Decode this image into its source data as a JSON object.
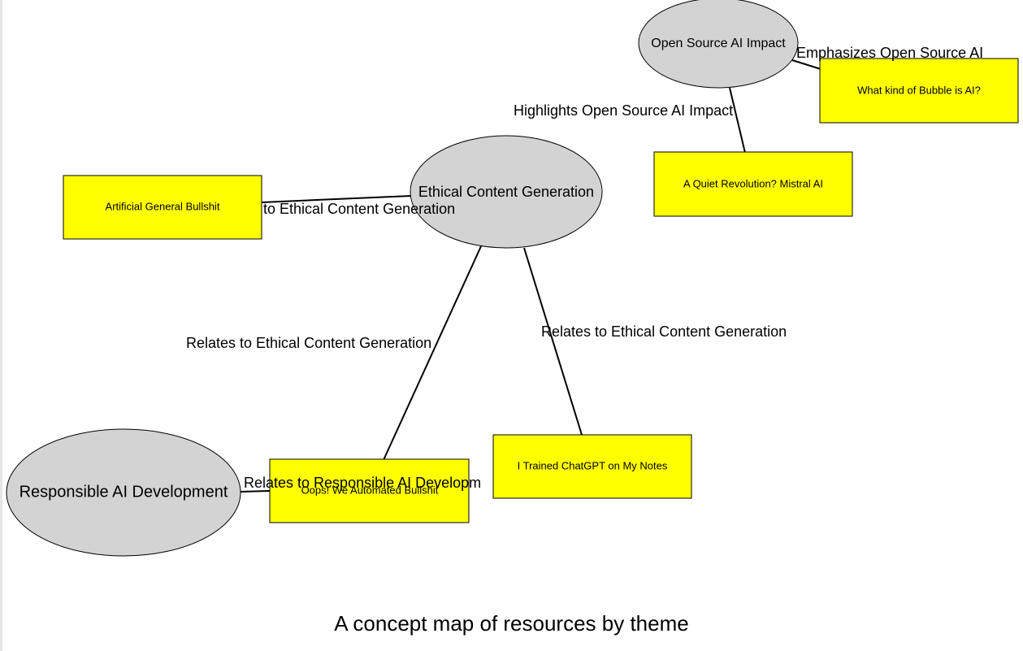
{
  "diagram": {
    "caption": "A concept map of resources by theme",
    "colors": {
      "theme_fill": "#d3d3d3",
      "resource_fill": "#ffff00",
      "stroke": "#000000"
    },
    "themes": [
      {
        "id": "open-source-ai-impact",
        "label": "Open Source AI Impact"
      },
      {
        "id": "ethical-content-generation",
        "label": "Ethical Content Generation"
      },
      {
        "id": "responsible-ai-development",
        "label": "Responsible AI Development"
      }
    ],
    "resources": [
      {
        "id": "what-kind-of-bubble",
        "label": "What kind of Bubble is AI?"
      },
      {
        "id": "quiet-revolution-mistral",
        "label": "A Quiet Revolution? Mistral AI"
      },
      {
        "id": "artificial-general-bullshit",
        "label": "Artificial General Bullshit"
      },
      {
        "id": "trained-chatgpt-notes",
        "label": "I Trained ChatGPT on My Notes"
      },
      {
        "id": "oops-automated-bullshit",
        "label": "Oops! We Automated Bullshit"
      }
    ],
    "edges": [
      {
        "from": "what-kind-of-bubble",
        "to": "open-source-ai-impact",
        "label": "Emphasizes Open Source AI"
      },
      {
        "from": "quiet-revolution-mistral",
        "to": "open-source-ai-impact",
        "label": "Highlights Open Source AI Impact"
      },
      {
        "from": "artificial-general-bullshit",
        "to": "ethical-content-generation",
        "label": "to Ethical Content Generation"
      },
      {
        "from": "oops-automated-bullshit",
        "to": "ethical-content-generation",
        "label": "Relates to Ethical Content Generation"
      },
      {
        "from": "trained-chatgpt-notes",
        "to": "ethical-content-generation",
        "label": "Relates to Ethical Content Generation"
      },
      {
        "from": "oops-automated-bullshit",
        "to": "responsible-ai-development",
        "label": "Relates to Responsible AI Developm"
      }
    ]
  }
}
